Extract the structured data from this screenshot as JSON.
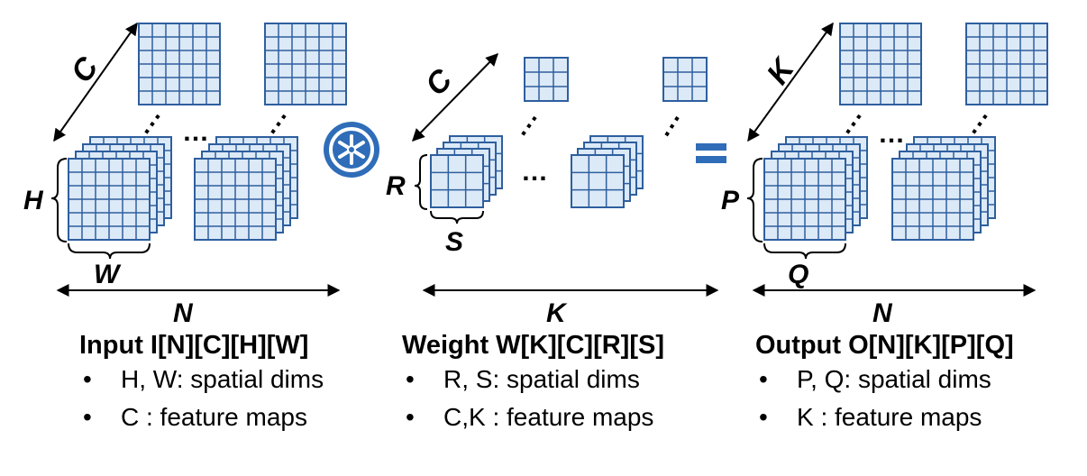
{
  "colors": {
    "grid_fill": "#dce9f7",
    "grid_stroke": "#2e5f9e",
    "accent": "#2f6db8",
    "text": "#000000"
  },
  "operators": {
    "convolve_icon": "convolution-operator-icon",
    "equals_sign": "="
  },
  "ellipsis": "…",
  "input": {
    "depth_label": "C",
    "height_label": "H",
    "width_label": "W",
    "batch_label": "N",
    "title": "Input I[N][C][H][W]",
    "bullets": [
      "H, W: spatial dims",
      "C : feature maps"
    ]
  },
  "weight": {
    "depth_label": "C",
    "height_label": "R",
    "width_label": "S",
    "batch_label": "K",
    "title": "Weight W[K][C][R][S]",
    "bullets": [
      "R, S: spatial dims",
      "C,K : feature maps"
    ]
  },
  "output": {
    "depth_label": "K",
    "height_label": "P",
    "width_label": "Q",
    "batch_label": "N",
    "title": "Output O[N][K][P][Q]",
    "bullets": [
      "P, Q: spatial dims",
      "K : feature maps"
    ]
  },
  "bullet_char": "•"
}
